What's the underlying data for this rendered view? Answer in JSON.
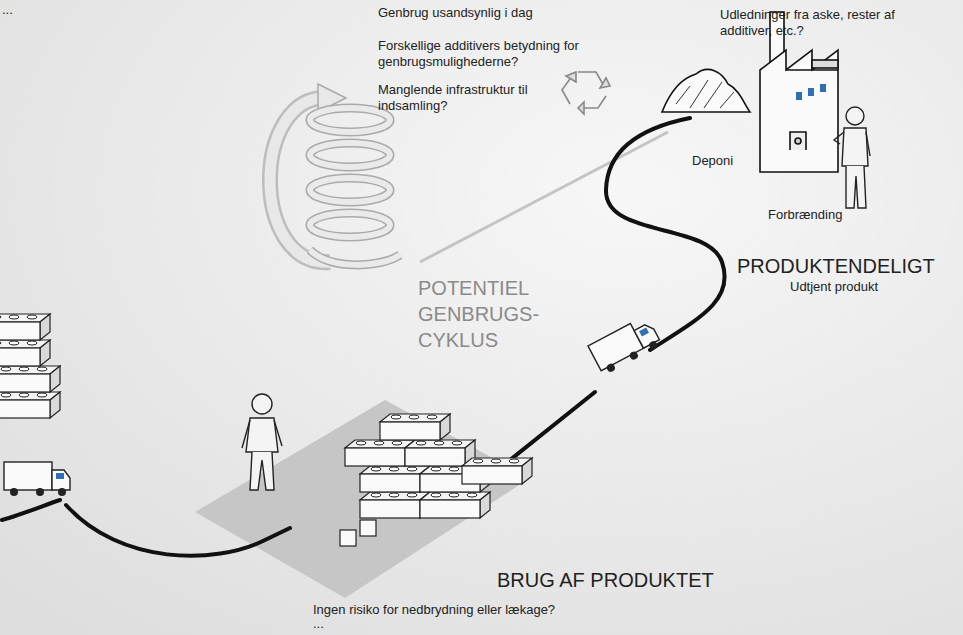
{
  "diagram": {
    "labels": [
      "...",
      "Genbrug usandsynlig i dag",
      "Forskellige additivers betydning for genbrugsmulighederne?",
      "Manglende infrastruktur til indsamling?",
      "Udledninger fra aske, rester af additiver, etc.?",
      "Deponi",
      "Forbrænding",
      "PRODUKTENDELIGT",
      "Udtjent produkt",
      "POTENTIEL GENBRUGS- CYKLUS",
      "BRUG AF PRODUKTET",
      "Ingen risiko for nedbrydning eller lækage?",
      "..."
    ]
  }
}
